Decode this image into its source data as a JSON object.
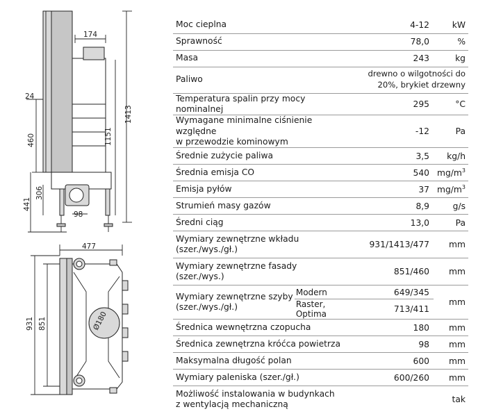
{
  "drawing": {
    "side_dims": {
      "top_width": "174",
      "height_total": "1413",
      "height_inner": "1151",
      "left_small": "24",
      "left_glass": "460",
      "left_bottom": "441",
      "left_mid": "306",
      "bottom_pipe": "98"
    },
    "top_dims": {
      "depth": "477",
      "width_total": "931",
      "width_front": "851",
      "flue": "Ø180"
    }
  },
  "specs": [
    {
      "label": "Moc cieplna",
      "value": "4-12",
      "unit": "kW"
    },
    {
      "label": "Sprawność",
      "value": "78,0",
      "unit": "%"
    },
    {
      "label": "Masa",
      "value": "243",
      "unit": "kg"
    },
    {
      "label": "Paliwo",
      "value_line1": "drewno o wilgotności do",
      "value_line2": "20%, brykiet drzewny",
      "unit": ""
    },
    {
      "label": "Temperatura spalin przy mocy nominalnej",
      "value": "295",
      "unit": "°C"
    },
    {
      "label_line1": "Wymagane minimalne ciśnienie względne",
      "label_line2": "w przewodzie kominowym",
      "value": "-12",
      "unit": "Pa"
    },
    {
      "label": "Średnie zużycie paliwa",
      "value": "3,5",
      "unit": "kg/h"
    },
    {
      "label": "Średnia emisja CO",
      "value": "540",
      "unit": "mg/m",
      "unit_sup": "3"
    },
    {
      "label": "Emisja pyłów",
      "value": "37",
      "unit": "mg/m",
      "unit_sup": "3"
    },
    {
      "label": "Strumień masy gazów",
      "value": "8,9",
      "unit": "g/s"
    },
    {
      "label": "Średni ciąg",
      "value": "13,0",
      "unit": "Pa"
    },
    {
      "label_line1": "Wymiary zewnętrzne wkładu",
      "label_line2": "(szer./wys./gł.)",
      "value": "931/1413/477",
      "unit": "mm"
    },
    {
      "label_line1": "Wymiary zewnętrzne fasady",
      "label_line2": "(szer./wys.)",
      "value": "851/460",
      "unit": "mm"
    },
    {
      "label_line1": "Wymiary zewnętrzne szyby",
      "label_line2": "(szer./wys./gł.)",
      "sub1": "Modern",
      "value1": "649/345",
      "sub2": "Raster, Optima",
      "value2": "713/411",
      "unit": "mm"
    },
    {
      "label": "Średnica wewnętrzna czopucha",
      "value": "180",
      "unit": "mm"
    },
    {
      "label": "Średnica zewnętrzna króćca powietrza",
      "value": "98",
      "unit": "mm"
    },
    {
      "label": "Maksymalna długość polan",
      "value": "600",
      "unit": "mm"
    },
    {
      "label": "Wymiary paleniska (szer./gł.)",
      "value": "600/260",
      "unit": "mm"
    },
    {
      "label_line1": "Możliwość instalowania w budynkach",
      "label_line2": "z wentylacją mechaniczną",
      "value": "",
      "unit": "tak"
    }
  ]
}
